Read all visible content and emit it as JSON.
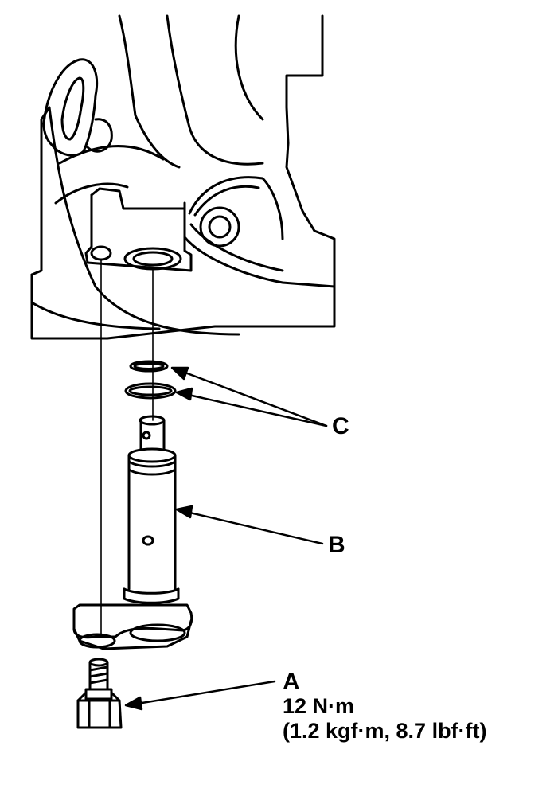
{
  "callouts": {
    "a": {
      "letter": "A",
      "torque": "12 N·m",
      "torque_alt": "(1.2 kgf·m, 8.7 lbf·ft)"
    },
    "b": {
      "letter": "B"
    },
    "c": {
      "letter": "C"
    }
  },
  "colors": {
    "ink": "#000000",
    "paper": "#ffffff"
  }
}
